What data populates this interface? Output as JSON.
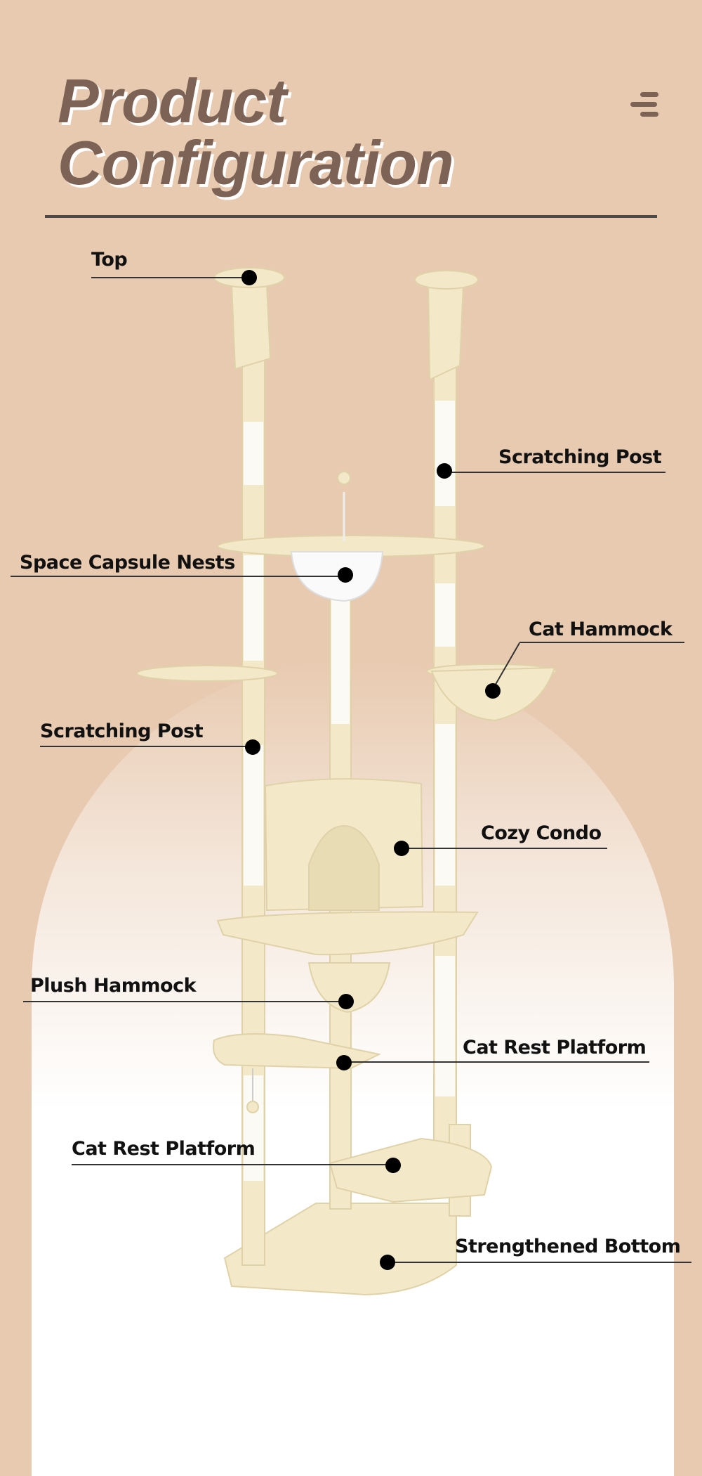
{
  "header": {
    "title_line1": "Product",
    "title_line2": "Configuration",
    "menu_icon": "hamburger-menu-icon"
  },
  "colors": {
    "background": "#e8cab0",
    "title": "#7d6356",
    "label": "#111111"
  },
  "labels": [
    {
      "text": "Top"
    },
    {
      "text": "Scratching Post"
    },
    {
      "text": "Space Capsule Nests"
    },
    {
      "text": "Cat Hammock"
    },
    {
      "text": "Scratching Post"
    },
    {
      "text": "Cozy Condo"
    },
    {
      "text": "Plush Hammock"
    },
    {
      "text": "Cat Rest Platform"
    },
    {
      "text": "Cat Rest Platform"
    },
    {
      "text": "Strengthened Bottom"
    }
  ]
}
